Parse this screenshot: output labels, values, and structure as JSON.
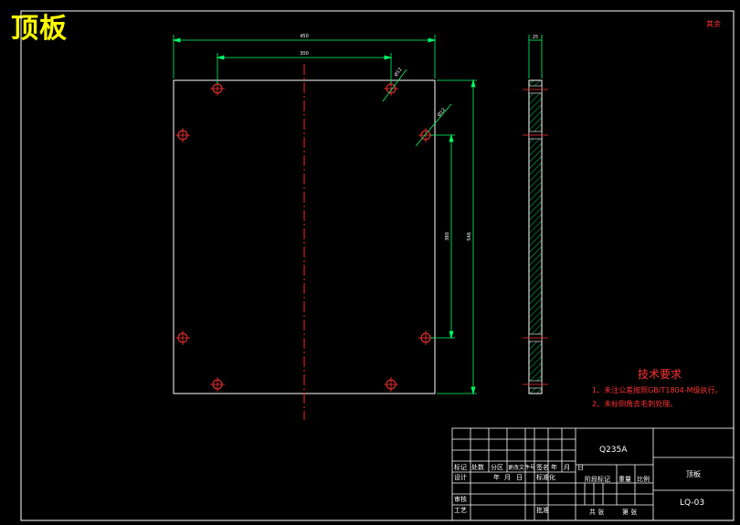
{
  "drawing": {
    "title": "顶板",
    "corner_mark": "其余",
    "dimensions": {
      "overall_width": "450",
      "hole_span_top": "300",
      "hole_diameter_top": "Ø12",
      "hole_diameter_side": "Ø12",
      "inner_height": "380",
      "overall_height": "546",
      "thickness": "25"
    },
    "tech_requirements": {
      "heading": "技术要求",
      "items": [
        "1、未注公差按照GB/T1804-M级执行。",
        "2、未标倒角去毛刺处理。"
      ]
    },
    "title_block": {
      "material": "Q235A",
      "part_name": "顶板",
      "drawing_no": "LQ-03",
      "row_labels": [
        "标记",
        "处数",
        "分区",
        "更改文件号",
        "签名",
        "年",
        "月",
        "日"
      ],
      "design": "设计",
      "standardize": "标准化",
      "review": "审核",
      "process": "工艺",
      "approve": "批准",
      "stage_mark": "阶段标记",
      "weight": "重量",
      "scale": "比例",
      "sheets": "共 张",
      "sheet": "第 张",
      "year": "年",
      "month": "月",
      "day": "日"
    }
  }
}
